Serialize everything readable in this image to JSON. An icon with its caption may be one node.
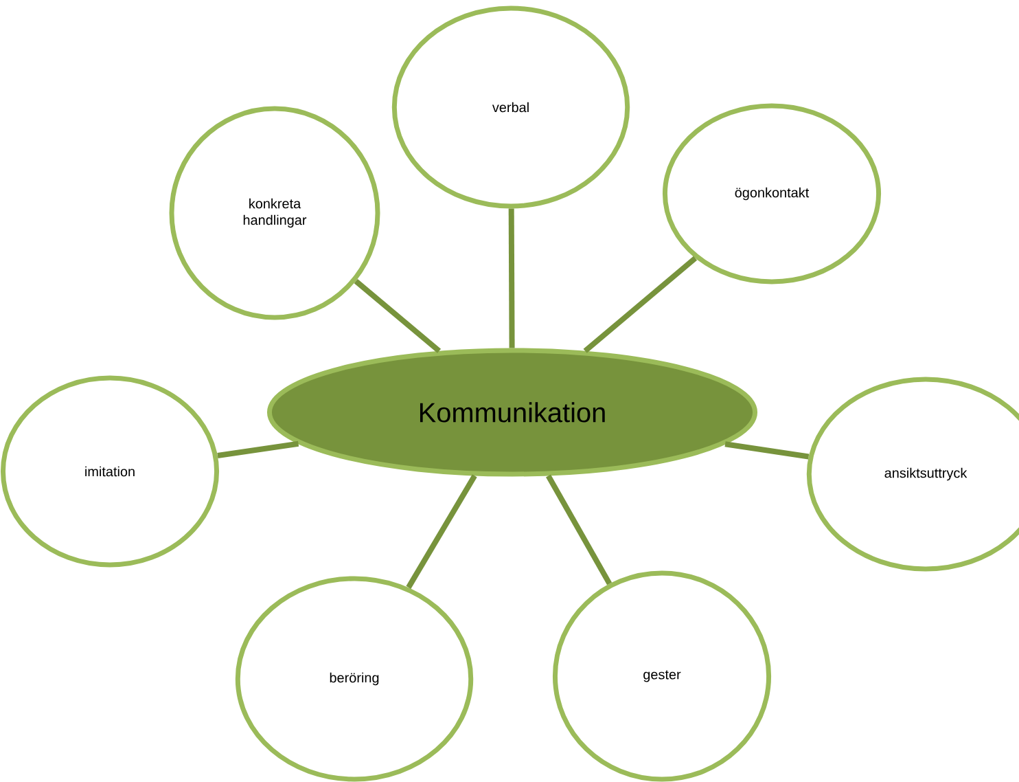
{
  "diagram": {
    "nodes": [
      {
        "text": [
          "Kommunikation"
        ]
      },
      {
        "text": [
          "verbal"
        ]
      },
      {
        "text": [
          "ögonkontakt"
        ]
      },
      {
        "text": [
          "konkreta handlingar"
        ]
      },
      {
        "text": [
          "imitation"
        ]
      },
      {
        "text": [
          "ansiktsuttryck"
        ]
      },
      {
        "text": [
          "beröring"
        ]
      },
      {
        "text": [
          "gester"
        ]
      }
    ],
    "edges": [
      {
        "from": 0,
        "to": 1,
        "arrow": "none"
      },
      {
        "from": 0,
        "to": 2,
        "arrow": "none"
      },
      {
        "from": 0,
        "to": 3,
        "arrow": "none"
      },
      {
        "from": 0,
        "to": 4,
        "arrow": "none"
      },
      {
        "from": 0,
        "to": 5,
        "arrow": "none"
      },
      {
        "from": 0,
        "to": 6,
        "arrow": "none"
      },
      {
        "from": 0,
        "to": 7,
        "arrow": "none"
      }
    ]
  }
}
